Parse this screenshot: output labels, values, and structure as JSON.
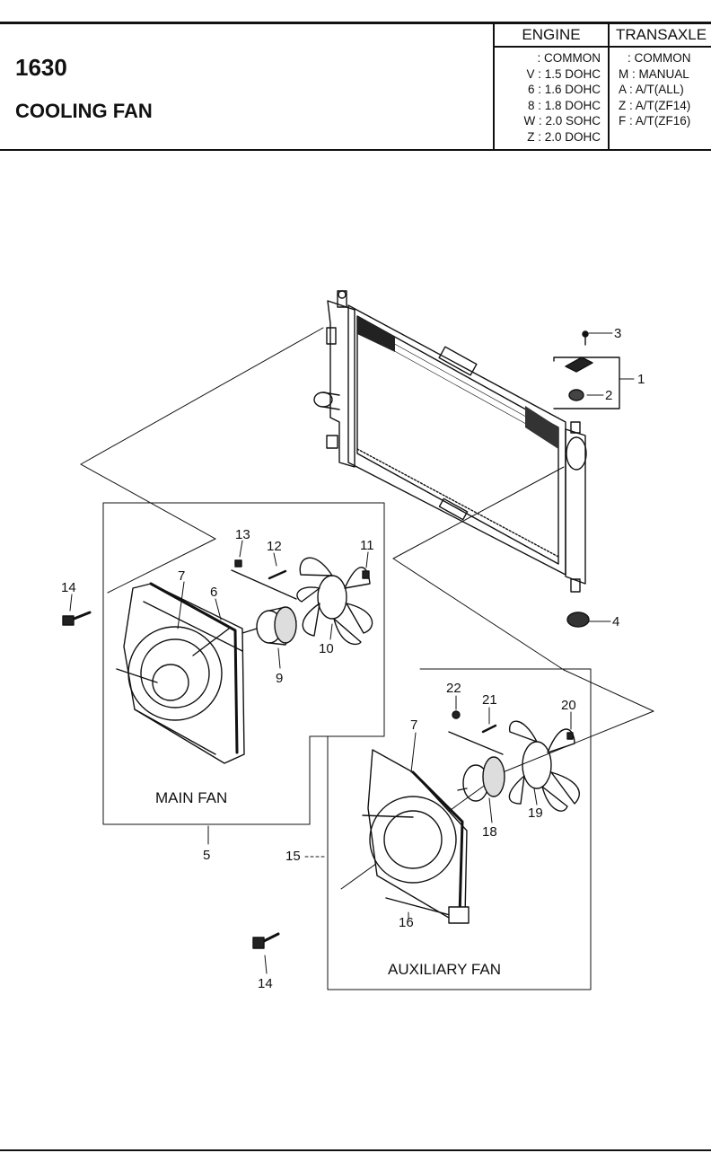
{
  "header": {
    "code": "1630",
    "title": "COOLING FAN",
    "engine": {
      "heading": "ENGINE",
      "items": [
        ": COMMON",
        "V : 1.5 DOHC",
        "6 : 1.6 DOHC",
        "8 : 1.8 DOHC",
        "W : 2.0 SOHC",
        "Z : 2.0 DOHC"
      ]
    },
    "transaxle": {
      "heading": "TRANSAXLE",
      "items": [
        ": COMMON",
        "M : MANUAL",
        "A : A/T(ALL)",
        "Z : A/T(ZF14)",
        "F : A/T(ZF16)"
      ]
    }
  },
  "diagram": {
    "callouts": {
      "c1": "1",
      "c2": "2",
      "c3": "3",
      "c4": "4",
      "c5": "5",
      "c6": "6",
      "c7a": "7",
      "c7b": "7",
      "c9": "9",
      "c10": "10",
      "c11": "11",
      "c12": "12",
      "c13": "13",
      "c14a": "14",
      "c14b": "14",
      "c15": "15",
      "c16": "16",
      "c18": "18",
      "c19": "19",
      "c20": "20",
      "c21": "21",
      "c22": "22"
    },
    "main_fan_label": "MAIN FAN",
    "aux_fan_label": "AUXILIARY FAN"
  }
}
